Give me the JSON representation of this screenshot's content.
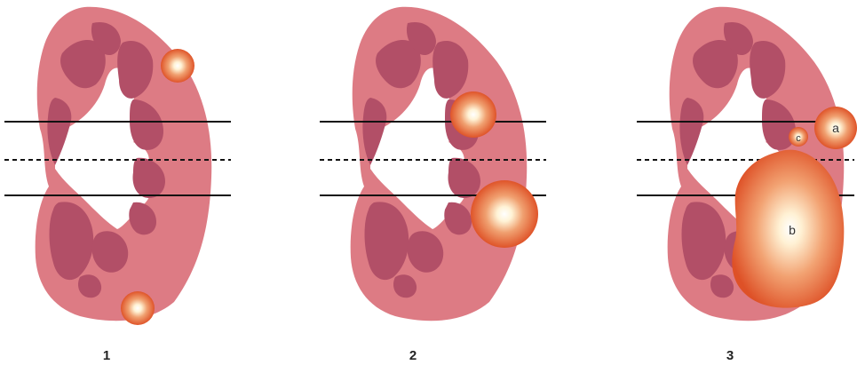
{
  "panels": [
    {
      "number": "1"
    },
    {
      "number": "2"
    },
    {
      "number": "3"
    }
  ],
  "lesion_labels": {
    "a": "a",
    "b": "b",
    "c": "c"
  },
  "colors": {
    "kidney": "#dd7b84",
    "medulla": "#b24f67",
    "sinus": "#ffffff",
    "lesion_outer": "#e0572c",
    "lesion_inner": "#fff8e6",
    "line": "#111111"
  }
}
